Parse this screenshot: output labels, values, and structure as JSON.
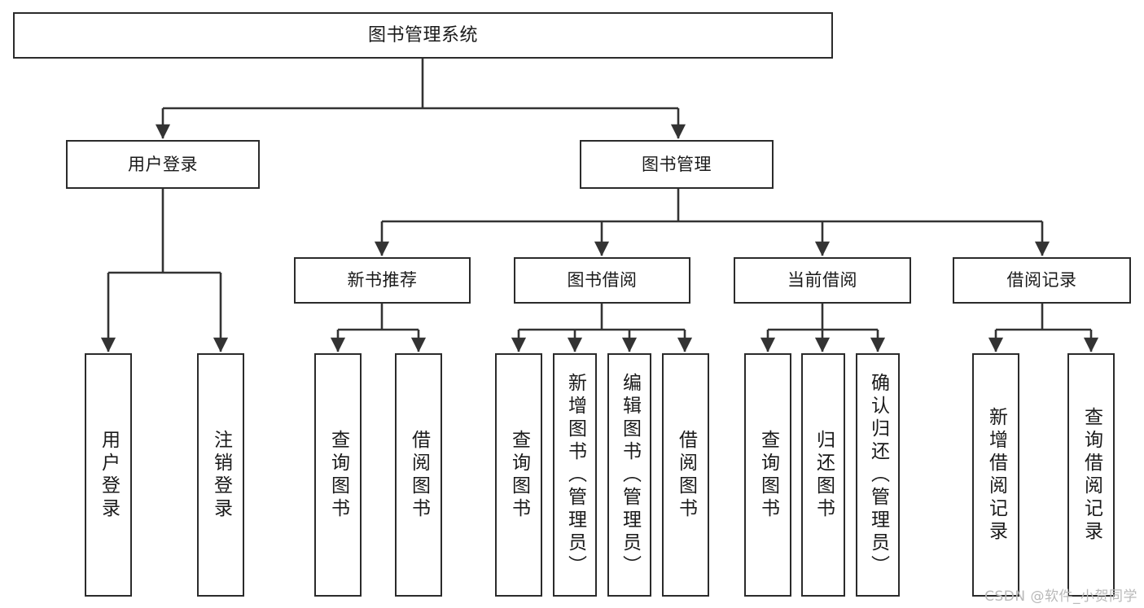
{
  "diagram": {
    "type": "tree-hierarchy",
    "title": "图书管理系统",
    "watermark": "CSDN @软件_小贺同学",
    "colors": {
      "node_border": "#2b2b2b",
      "node_fill": "#ffffff",
      "connector": "#333333",
      "text": "#1a1a1a",
      "watermark": "#b9b9b9",
      "background": "#ffffff"
    },
    "nodes": {
      "root": {
        "label": "图书管理系统"
      },
      "level1": [
        {
          "id": "user-login",
          "label": "用户登录"
        },
        {
          "id": "book-manage",
          "label": "图书管理"
        }
      ],
      "level2": [
        {
          "id": "new-book-recommend",
          "label": "新书推荐",
          "parent": "book-manage"
        },
        {
          "id": "book-borrow",
          "label": "图书借阅",
          "parent": "book-manage"
        },
        {
          "id": "current-borrow",
          "label": "当前借阅",
          "parent": "book-manage"
        },
        {
          "id": "borrow-record",
          "label": "借阅记录",
          "parent": "book-manage"
        }
      ],
      "leaves": [
        {
          "id": "leaf-user-login",
          "label": "用户登录",
          "parent": "user-login"
        },
        {
          "id": "leaf-user-logout",
          "label": "注销登录",
          "parent": "user-login"
        },
        {
          "id": "leaf-query-book-1",
          "label": "查询图书",
          "parent": "new-book-recommend"
        },
        {
          "id": "leaf-borrow-book-1",
          "label": "借阅图书",
          "parent": "new-book-recommend"
        },
        {
          "id": "leaf-query-book-2",
          "label": "查询图书",
          "parent": "book-borrow"
        },
        {
          "id": "leaf-add-book",
          "label": "新增图书（管理员）",
          "parent": "book-borrow"
        },
        {
          "id": "leaf-edit-book",
          "label": "编辑图书（管理员）",
          "parent": "book-borrow"
        },
        {
          "id": "leaf-borrow-book-2",
          "label": "借阅图书",
          "parent": "book-borrow"
        },
        {
          "id": "leaf-query-book-3",
          "label": "查询图书",
          "parent": "current-borrow"
        },
        {
          "id": "leaf-return-book",
          "label": "归还图书",
          "parent": "current-borrow"
        },
        {
          "id": "leaf-confirm-return",
          "label": "确认归还（管理员）",
          "parent": "current-borrow"
        },
        {
          "id": "leaf-add-record",
          "label": "新增借阅记录",
          "parent": "borrow-record"
        },
        {
          "id": "leaf-query-record",
          "label": "查询借阅记录",
          "parent": "borrow-record"
        }
      ]
    }
  }
}
